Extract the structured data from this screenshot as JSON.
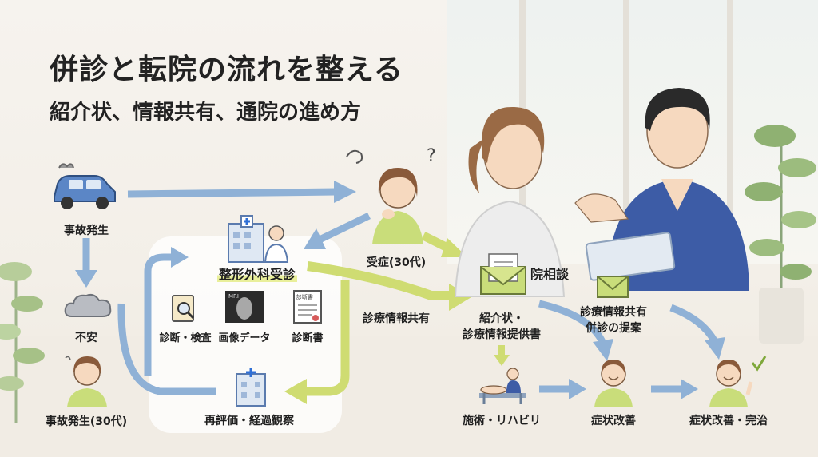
{
  "title": "併診と転院の流れを整える",
  "subtitle": "紹介状、情報共有、通院の進め方",
  "nodes": {
    "accident": "事故発生",
    "anxiety": "不安",
    "accident_patient": "事故発生(30代)",
    "orthopedics": "整形外科受診",
    "diagnosis_exam": "診断・検査",
    "image_data": "画像データ",
    "certificate": "診断書",
    "reassessment": "再評価・経過観察",
    "visit_30s": "受症(30代)",
    "clinic_consult": "院相談",
    "referral": "紹介状・",
    "referral_info": "診療情報提供書",
    "info_share_mid": "診療情報共有",
    "info_share_right": "診療情報共有",
    "joint_proposal": "併診の提案",
    "treatment": "施術・リハビリ",
    "improve": "症状改善",
    "complete": "症状改善・完治"
  },
  "icon_text": {
    "mri": "MRI",
    "cert_heading": "診断書"
  },
  "colors": {
    "flow_blue": "#8fb1d6",
    "flow_green": "#cfdc72",
    "highlight": "#e9ef9a",
    "scrub_blue": "#3d5ca6",
    "shirt_green": "#c9dd7a"
  }
}
